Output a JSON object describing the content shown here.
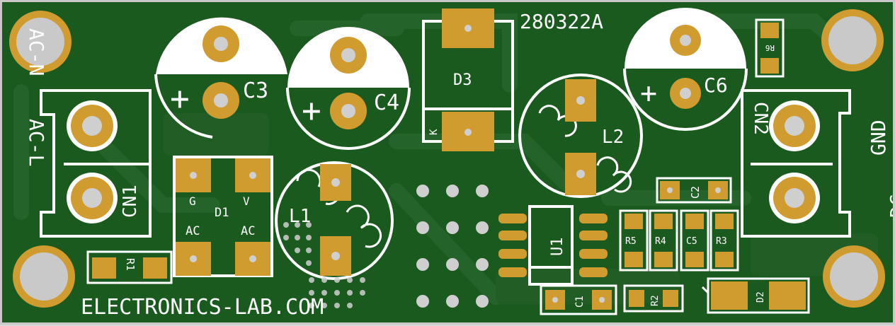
{
  "board": {
    "revision": "280322A",
    "footer_text": "ELECTRONICS-LAB.COM",
    "colors": {
      "substrate": "#1b5a1f",
      "copper": "#225f25",
      "pad": "#d19c2f",
      "silkscreen": "#ffffff",
      "drill": "#cfcfcf"
    }
  },
  "labels": {
    "c3": "C3",
    "c4": "C4",
    "c6": "C6",
    "d1": "D1",
    "d1_g": "G",
    "d1_v": "V",
    "d1_ac_left": "AC",
    "d1_ac_right": "AC",
    "d2": "D2",
    "d3": "D3",
    "d3_k": "K",
    "l1": "L1",
    "l2": "L2",
    "u1": "U1",
    "cn1": "CN1",
    "cn2": "CN2",
    "r1": "R1",
    "r2": "R2",
    "r3": "R3",
    "r4": "R4",
    "r5": "R5",
    "r6": "R6",
    "c1": "C1",
    "c2": "C2",
    "c5": "C5",
    "ac_n": "AC-N",
    "ac_l": "AC-L",
    "gnd": "GND",
    "dc_plus": "+DC",
    "plus_c3": "+",
    "plus_c4": "+",
    "plus_c6": "+"
  }
}
